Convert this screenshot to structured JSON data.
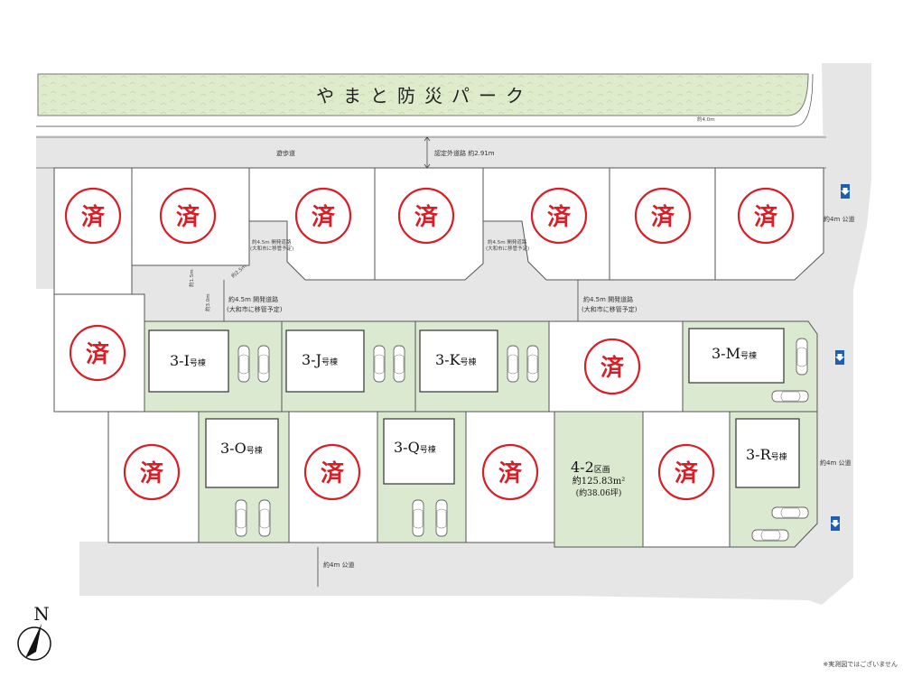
{
  "park": {
    "label": "やまと防災パーク",
    "width_label": "約4.0m"
  },
  "roads": {
    "promenade": "遊歩道",
    "outside_road": "認定外道路 約2.91m",
    "dev_road_top_a": "約4.5m 開発道路",
    "dev_road_top_a_note": "(大和市に移管予定)",
    "dev_road_top_b": "約4.5m 開発道路",
    "dev_road_top_b_note": "(大和市に移管予定)",
    "dev_road_mid_left": "約4.5m 開発道路",
    "dev_road_mid_left_note": "(大和市に移管予定)",
    "dev_road_mid_right": "約4.5m 開発道路",
    "dev_road_mid_right_note": "(大和市に移管予定)",
    "public_right_top": "約4m 公道",
    "public_right_bottom": "約4m 公道",
    "public_bottom": "約4m 公道",
    "small_a": "約1.5m",
    "small_b": "約3.0m",
    "small_c": "約2.5m"
  },
  "sold_mark": "済",
  "lots": {
    "I": {
      "name": "3-I",
      "suffix": "号棟"
    },
    "J": {
      "name": "3-J",
      "suffix": "号棟"
    },
    "K": {
      "name": "3-K",
      "suffix": "号棟"
    },
    "M": {
      "name": "3-M",
      "suffix": "号棟"
    },
    "O": {
      "name": "3-O",
      "suffix": "号棟"
    },
    "Q": {
      "name": "3-Q",
      "suffix": "号棟"
    },
    "R": {
      "name": "3-R",
      "suffix": "号棟"
    },
    "plot42": {
      "name": "4-2",
      "suffix": "区画",
      "area": "約125.83m²",
      "tsubo": "(約38.06坪)"
    }
  },
  "compass": {
    "label": "N"
  },
  "footnote": "※実測図ではございません",
  "colors": {
    "sold": "#d81e26",
    "available_lot": "#dce9d1",
    "park": "#dfeccc",
    "road": "#e6e6e6",
    "arrow": "#1e5fb4"
  }
}
